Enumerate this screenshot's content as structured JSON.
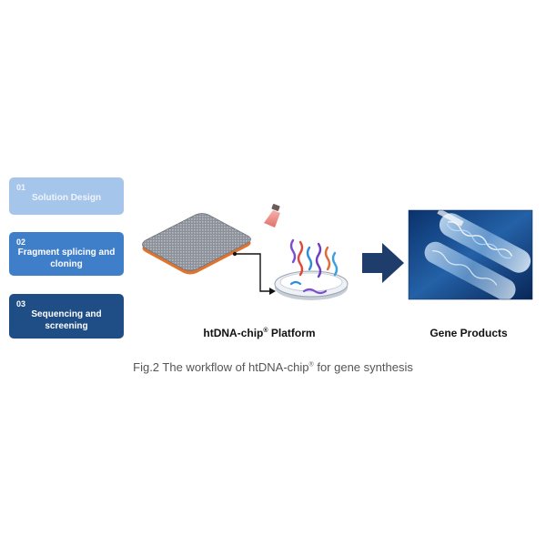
{
  "steps": [
    {
      "number": "01",
      "label": "Solution Design"
    },
    {
      "number": "02",
      "label": "Fragment splicing and cloning"
    },
    {
      "number": "03",
      "label": "Sequencing and screening"
    }
  ],
  "platform": {
    "label": "htDNA-chip",
    "registered_mark": "®",
    "label_suffix": "Platform"
  },
  "products": {
    "label": "Gene Products"
  },
  "caption": {
    "prefix": "Fig.2 The workflow of htDNA-chip",
    "registered_mark": "®",
    "suffix": "for gene synthesis"
  },
  "colors": {
    "step_light": "#a6c5ea",
    "step_mid": "#3f7ec9",
    "step_dark": "#1f4d86",
    "arrow": "#1f3d6b",
    "laser": "#e0605a"
  },
  "icons": {
    "chip": "dna-chip-icon",
    "laser": "laser-emitter-icon",
    "dish": "petri-dish-dna-icon",
    "arrow": "right-arrow-icon",
    "tubes": "test-tubes-icon"
  }
}
